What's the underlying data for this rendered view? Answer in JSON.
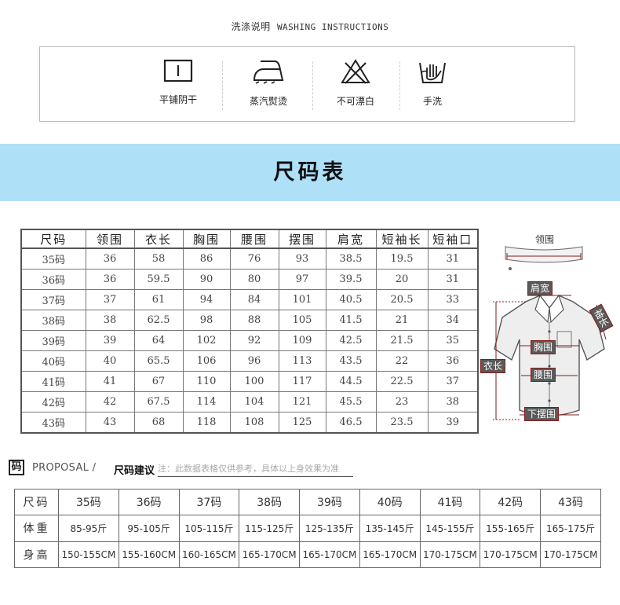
{
  "washing": {
    "title_cn": "洗涤说明",
    "title_en": "WASHING INSTRUCTIONS",
    "items": [
      {
        "icon": "flat-dry-icon",
        "label": "平铺阴干"
      },
      {
        "icon": "steam-iron-icon",
        "label": "蒸汽熨烫"
      },
      {
        "icon": "no-bleach-icon",
        "label": "不可漂白"
      },
      {
        "icon": "hand-wash-icon",
        "label": "手洗"
      }
    ]
  },
  "banner": {
    "title": "尺码表"
  },
  "size_table": {
    "headers": [
      "尺码",
      "领围",
      "衣长",
      "胸围",
      "腰围",
      "摆围",
      "肩宽",
      "短袖长",
      "短袖口"
    ],
    "rows": [
      [
        "35码",
        "36",
        "58",
        "86",
        "76",
        "93",
        "38.5",
        "19.5",
        "31"
      ],
      [
        "36码",
        "36",
        "59.5",
        "90",
        "80",
        "97",
        "39.5",
        "20",
        "31"
      ],
      [
        "37码",
        "37",
        "61",
        "94",
        "84",
        "101",
        "40.5",
        "20.5",
        "33"
      ],
      [
        "38码",
        "38",
        "62.5",
        "98",
        "88",
        "105",
        "41.5",
        "21",
        "34"
      ],
      [
        "39码",
        "39",
        "64",
        "102",
        "92",
        "109",
        "42.5",
        "21.5",
        "35"
      ],
      [
        "40码",
        "40",
        "65.5",
        "106",
        "96",
        "113",
        "43.5",
        "22",
        "36"
      ],
      [
        "41码",
        "41",
        "67",
        "110",
        "100",
        "117",
        "44.5",
        "22.5",
        "37"
      ],
      [
        "42码",
        "42",
        "67.5",
        "114",
        "104",
        "121",
        "45.5",
        "23",
        "38"
      ],
      [
        "43码",
        "43",
        "68",
        "118",
        "108",
        "125",
        "46.5",
        "23.5",
        "39"
      ]
    ]
  },
  "diagram": {
    "neck": "领围",
    "shoulder": "肩宽",
    "sleeve": "袖长",
    "chest": "胸围",
    "length": "衣长",
    "waist": "腰围",
    "hem": "下摆围"
  },
  "proposal": {
    "icon_char": "码",
    "en": "PROPOSAL /",
    "cn": "尺码建议",
    "note": "注：此数据表格仅供参考，具体以上身效果为准"
  },
  "rec_table": {
    "rows": [
      {
        "label": "尺码",
        "cells": [
          "35码",
          "36码",
          "37码",
          "38码",
          "39码",
          "40码",
          "41码",
          "42码",
          "43码"
        ]
      },
      {
        "label": "体重",
        "cells": [
          "85-95斤",
          "95-105斤",
          "105-115斤",
          "115-125斤",
          "125-135斤",
          "135-145斤",
          "145-155斤",
          "155-165斤",
          "165-175斤"
        ]
      },
      {
        "label": "身高",
        "cells": [
          "150-155CM",
          "155-160CM",
          "160-165CM",
          "165-170CM",
          "165-170CM",
          "165-170CM",
          "170-175CM",
          "170-175CM",
          "170-175CM"
        ]
      }
    ]
  }
}
